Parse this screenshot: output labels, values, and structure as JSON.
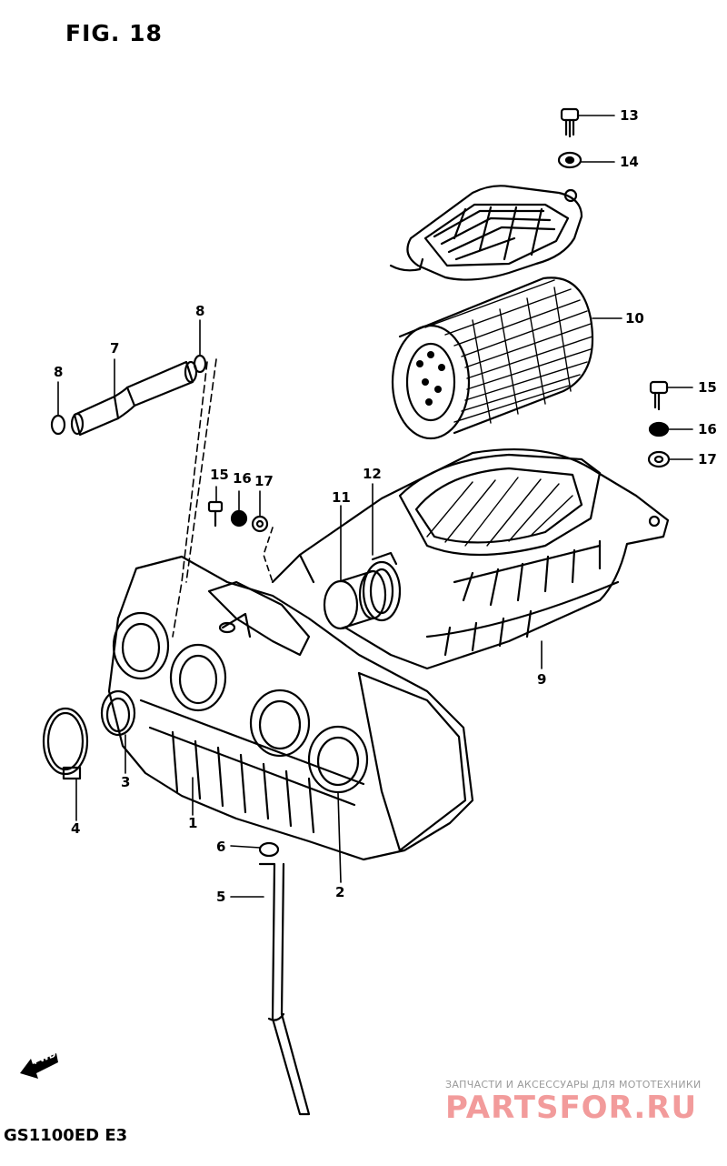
{
  "figure": {
    "title": "FIG. 18",
    "model": "GS1100ED E3"
  },
  "callouts": {
    "c1": "1",
    "c2": "2",
    "c3": "3",
    "c4": "4",
    "c5": "5",
    "c6": "6",
    "c7": "7",
    "c8a": "8",
    "c8b": "8",
    "c9": "9",
    "c10": "10",
    "c11": "11",
    "c12": "12",
    "c13": "13",
    "c14": "14",
    "c15a": "15",
    "c16a": "16",
    "c17a": "17",
    "c15b": "15",
    "c16b": "16",
    "c17b": "17"
  },
  "direction_marker": {
    "label": "FWD",
    "icon": "forward-arrow-icon"
  },
  "watermark": {
    "tagline": "ЗАПЧАСТИ И АКСЕССУАРЫ ДЛЯ МОТОТЕХНИКИ",
    "brand": "PARTSFOR.RU",
    "brand_color": "#f08a8a"
  }
}
